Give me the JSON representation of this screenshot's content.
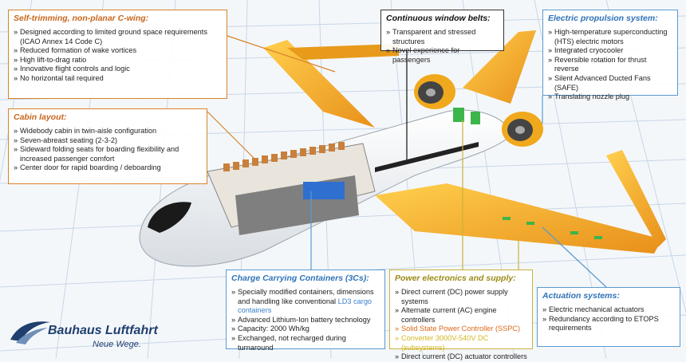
{
  "boxes": {
    "cwing": {
      "title": "Self-trimming, non-planar C-wing:",
      "items": [
        "Designed according to limited ground space requirements (ICAO Annex 14 Code C)",
        "Reduced formation of wake vortices",
        "High lift-to-drag ratio",
        "Innovative flight controls and logic",
        "No horizontal tail required"
      ]
    },
    "cabin": {
      "title": "Cabin layout:",
      "items": [
        "Widebody cabin in twin-aisle configuration",
        "Seven-abreast seating (2-3-2)",
        "Sideward folding seats for boarding flexibility and increased passenger comfort",
        "Center door for rapid boarding / deboarding"
      ]
    },
    "window": {
      "title": "Continuous window belts:",
      "items": [
        "Transparent and stressed structures",
        "Novel experience for passengers"
      ]
    },
    "propulsion": {
      "title": "Electric propulsion system:",
      "items": [
        "High-temperature superconducting (HTS) electric motors",
        "Integrated cryocooler",
        "Reversible rotation for thrust reverse",
        "Silent Advanced Ducted Fans (SAFE)",
        "Translating nozzle plug"
      ]
    },
    "containers": {
      "title": "Charge Carrying Containers (3Cs):",
      "items_a": "Specially modified containers, dimensions and handling like conventional ",
      "items_a_highlight": "LD3 cargo containers",
      "items": [
        "Advanced Lithium-Ion battery technology",
        "Capacity: 2000 Wh/kg",
        "Exchanged, not recharged during turnaround"
      ]
    },
    "power": {
      "title": "Power electronics and supply:",
      "items": [
        "Direct current (DC) power supply systems",
        "Alternate current (AC) engine controllers",
        "Solid State Power Controller (SSPC)",
        "Converter 3000V-540V DC (subsystems)",
        "Direct current (DC) actuator controllers"
      ]
    },
    "actuation": {
      "title": "Actuation systems:",
      "items": [
        "Electric mechanical actuators",
        "Redundancy according to ETOPS requirements"
      ]
    }
  },
  "logo": {
    "brand": "Bauhaus Luftfahrt",
    "tagline": "Neue Wege."
  },
  "colors": {
    "wing": "#f0a81c",
    "fuselage": "#ffffff",
    "orange_accent": "#d9822b",
    "blue_accent": "#5b9ad0",
    "yellow_accent": "#c9b23a",
    "grid": "#c8d6e6"
  }
}
